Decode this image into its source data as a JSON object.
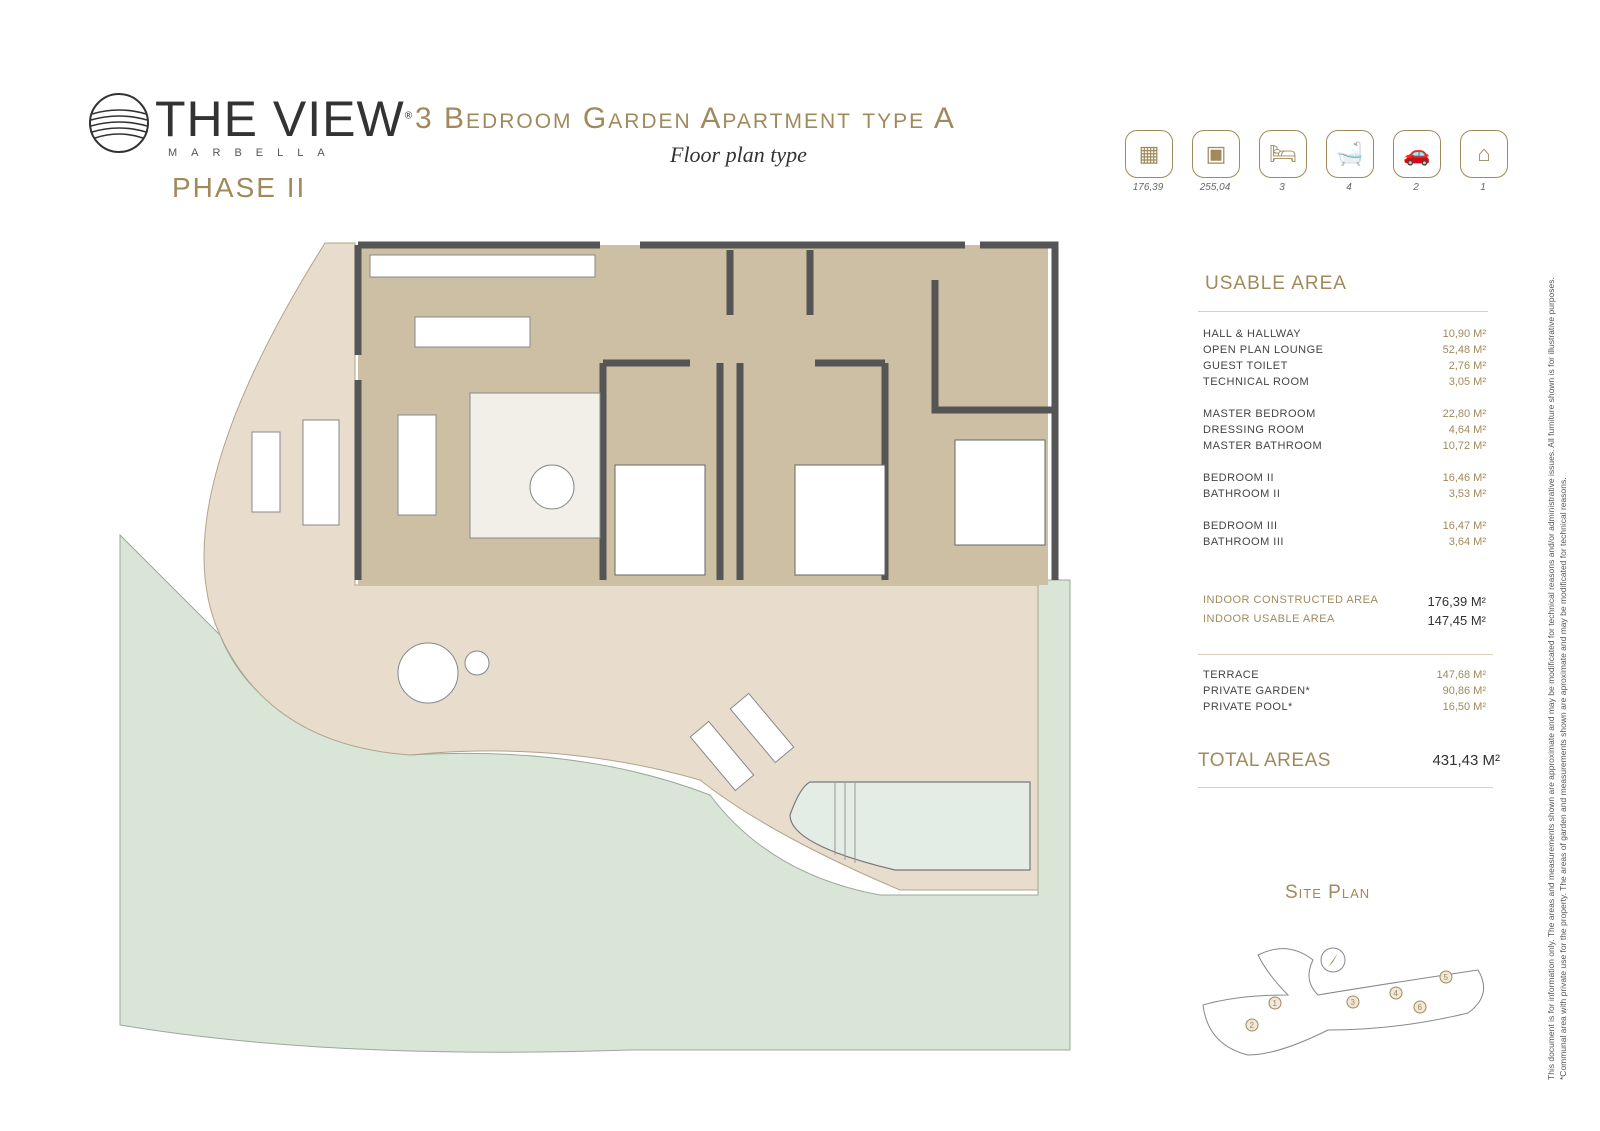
{
  "brand": {
    "name": "THE VIEW",
    "registered": "®",
    "sub": "MARBELLA",
    "phase": "PHASE II"
  },
  "header": {
    "title": "3 Bedroom Garden Apartment type A",
    "subtitle": "Floor plan type"
  },
  "icons": [
    {
      "icon": "constructed-area-icon",
      "value": "176,39"
    },
    {
      "icon": "total-area-icon",
      "value": "255,04"
    },
    {
      "icon": "bed-icon",
      "value": "3"
    },
    {
      "icon": "bathtub-icon",
      "value": "4"
    },
    {
      "icon": "parking-icon",
      "value": "2"
    },
    {
      "icon": "storage-icon",
      "value": "1"
    }
  ],
  "usable_area": {
    "title": "USABLE AREA",
    "groups": [
      [
        {
          "label": "HALL & HALLWAY",
          "value": "10,90 M²"
        },
        {
          "label": "OPEN PLAN LOUNGE",
          "value": "52,48 M²"
        },
        {
          "label": "GUEST TOILET",
          "value": "2,76 M²"
        },
        {
          "label": "TECHNICAL ROOM",
          "value": "3,05 M²"
        }
      ],
      [
        {
          "label": "MASTER BEDROOM",
          "value": "22,80 M²"
        },
        {
          "label": "DRESSING ROOM",
          "value": "4,64 M²"
        },
        {
          "label": "MASTER BATHROOM",
          "value": "10,72 M²"
        }
      ],
      [
        {
          "label": "BEDROOM II",
          "value": "16,46 M²"
        },
        {
          "label": "BATHROOM II",
          "value": "3,53 M²"
        }
      ],
      [
        {
          "label": "BEDROOM III",
          "value": "16,47 M²"
        },
        {
          "label": "BATHROOM III",
          "value": "3,64 M²"
        }
      ]
    ],
    "indoor": [
      {
        "label": "INDOOR CONSTRUCTED AREA",
        "value": "176,39 M²"
      },
      {
        "label": "INDOOR USABLE AREA",
        "value": "147,45 M²"
      }
    ],
    "outdoor": [
      {
        "label": "TERRACE",
        "value": "147,68 M²"
      },
      {
        "label": "PRIVATE GARDEN*",
        "value": "90,86 M²"
      },
      {
        "label": "PRIVATE POOL*",
        "value": "16,50 M²"
      }
    ],
    "total_label": "TOTAL AREAS",
    "total_value": "431,43 M²"
  },
  "site_plan": {
    "title": "Site Plan",
    "markers": [
      "1",
      "2",
      "3",
      "4",
      "5",
      "6"
    ]
  },
  "disclaimer": {
    "line1": "This document is for information only. The areas and measurements shown are approximate and may be modificated for technical reasons and/or administrative issues. All furniture shown is for illustrative purposes.",
    "line2": "*Communal area with private use for the property. The areas of garden and measurements shown are aproximate and may be modificated for technical reasons."
  },
  "colors": {
    "gold": "#a08a5c",
    "interior": "#cdbfa3",
    "terrace": "#e8ddcd",
    "garden": "#d9e5d6",
    "pool": "#e4ece6",
    "wall": "#555555"
  }
}
